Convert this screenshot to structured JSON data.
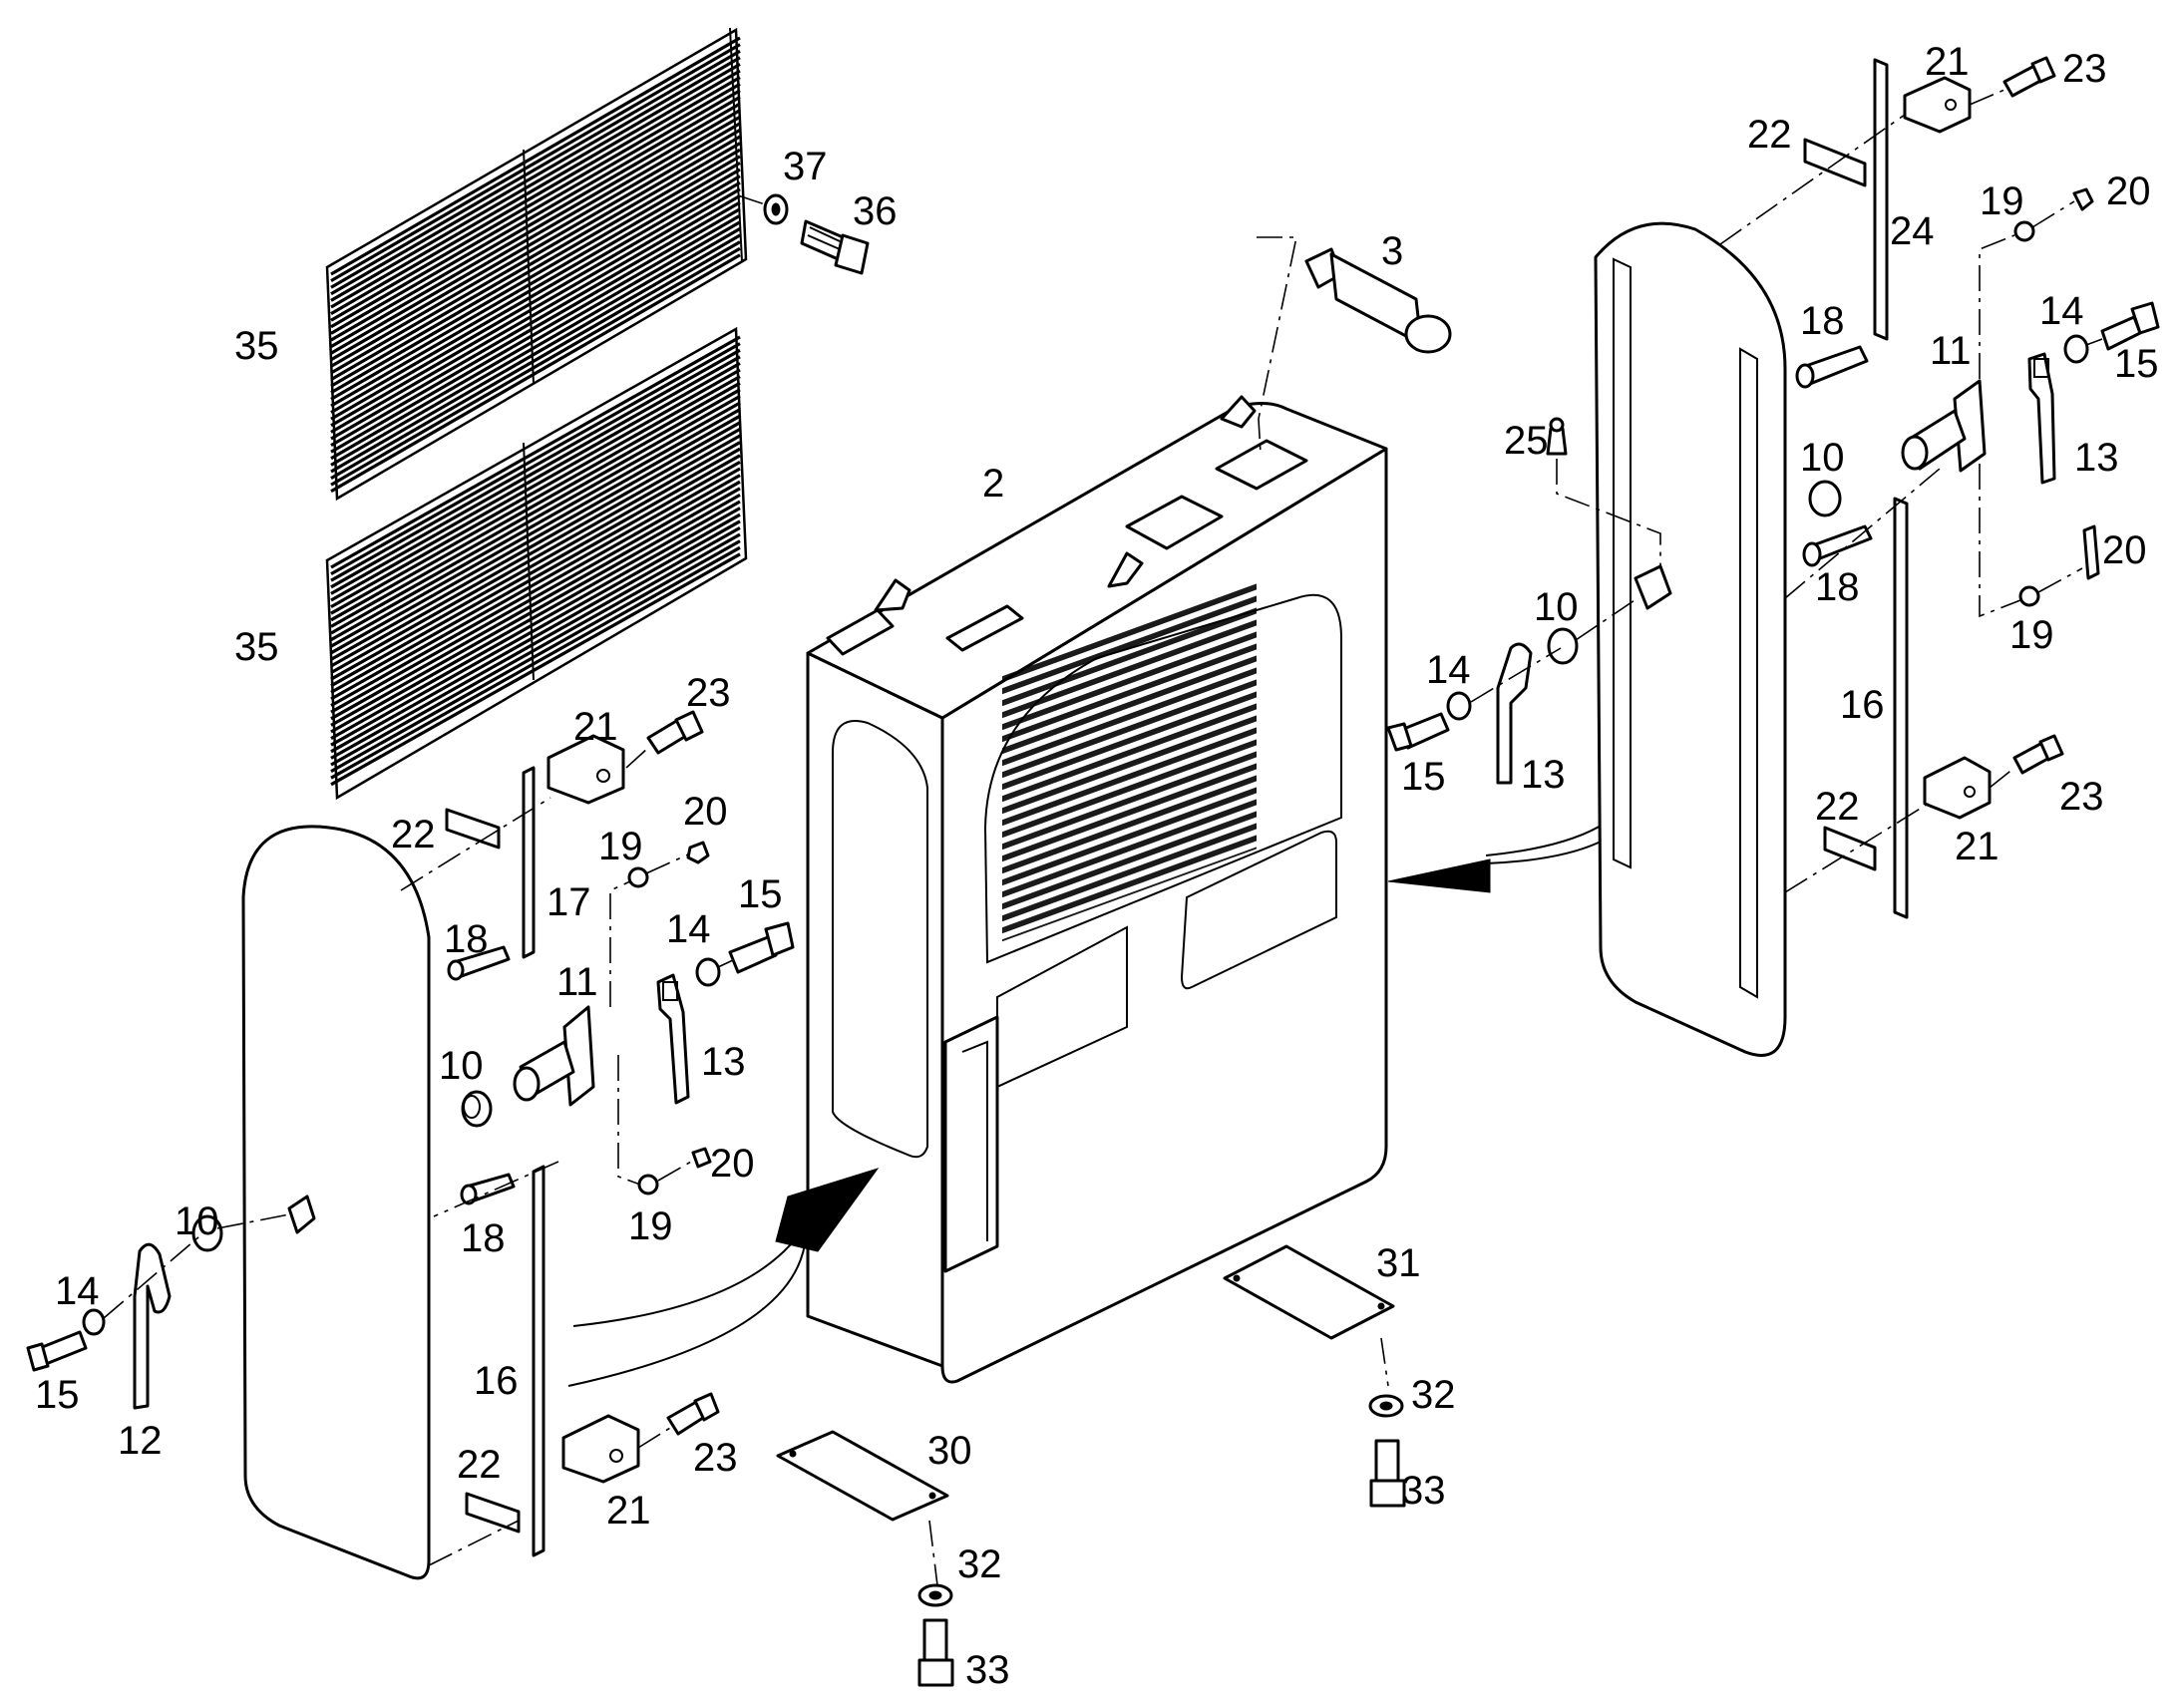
{
  "labels": {
    "l2": "2",
    "l3": "3",
    "l35a": "35",
    "l35b": "35",
    "l36": "36",
    "l37": "37",
    "l21a": "21",
    "l23a": "23",
    "l22a": "22",
    "l19a": "19",
    "l20a": "20",
    "l17": "17",
    "l15a": "15",
    "l14a": "14",
    "l18a": "18",
    "l11a": "11",
    "l13a": "13",
    "l10a": "10",
    "l20b": "20",
    "l18b": "18",
    "l19b": "19",
    "l10b": "10",
    "l14b": "14",
    "l15b": "15",
    "l12": "12",
    "l16a": "16",
    "l22b": "22",
    "l23b": "23",
    "l21b": "21",
    "l30": "30",
    "l32a": "32",
    "l33a": "33",
    "l31": "31",
    "l32b": "32",
    "l33b": "33",
    "l21c": "21",
    "l23c": "23",
    "l22c": "22",
    "l24": "24",
    "l19c": "19",
    "l20c": "20",
    "l18c": "18",
    "l11b": "11",
    "l14c": "14",
    "l15c": "15",
    "l25": "25",
    "l10c": "10",
    "l13b": "13",
    "l20d": "20",
    "l18d": "18",
    "l19d": "19",
    "l10d": "10",
    "l14d": "14",
    "l15d": "15",
    "l13c": "13",
    "l16b": "16",
    "l22d": "22",
    "l21d": "21",
    "l23d": "23"
  }
}
